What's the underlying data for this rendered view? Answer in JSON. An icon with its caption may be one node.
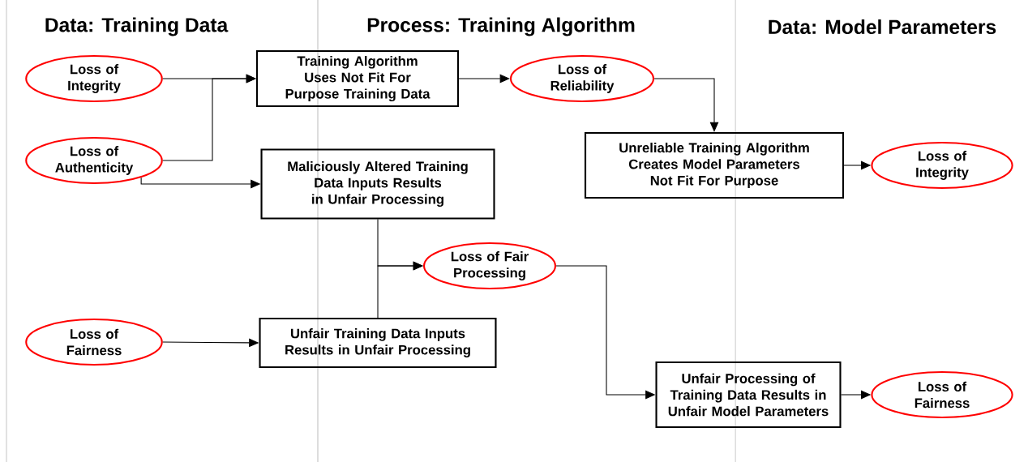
{
  "diagram": {
    "nodes": [
      {
        "text": [
          "Loss of Integrity"
        ]
      },
      {
        "text": [
          "Loss of Authenticity"
        ]
      },
      {
        "text": [
          "Training Algorithm Uses Not Fit For Purpose Training Data"
        ]
      },
      {
        "text": [
          "Maliciously Altered Training Data Inputs Results in Unfair Processing"
        ]
      },
      {
        "text": [
          "Loss of Fairness"
        ]
      },
      {
        "text": [
          "Unfair Training Data Inputs Results in Unfair Processing"
        ]
      },
      {
        "text": [
          "Loss of Reliability"
        ]
      },
      {
        "text": [
          "Loss of Fair Processing"
        ]
      },
      {
        "text": [
          "Unreliable Training Algorithm Creates Model Parameters Not Fit For Purpose"
        ]
      },
      {
        "text": [
          "Loss of Integrity"
        ]
      },
      {
        "text": [
          "Unfair Processing of Training Data Results in Unfair Model Parameters"
        ]
      },
      {
        "text": [
          "Loss of Fairness"
        ]
      }
    ],
    "edges": [
      {
        "from": 0,
        "to": 2,
        "arrow": "to"
      },
      {
        "from": 1,
        "to": 2,
        "arrow": "to"
      },
      {
        "from": 1,
        "to": 3,
        "arrow": "to"
      },
      {
        "from": 4,
        "to": 5,
        "arrow": "to"
      },
      {
        "from": 2,
        "to": 6,
        "arrow": "to"
      },
      {
        "from": 6,
        "to": 8,
        "arrow": "to"
      },
      {
        "from": 3,
        "to": 7,
        "arrow": "to"
      },
      {
        "from": 5,
        "to": 7,
        "arrow": "to"
      },
      {
        "from": 8,
        "to": 9,
        "arrow": "to"
      },
      {
        "from": 7,
        "to": 10,
        "arrow": "to"
      },
      {
        "from": 10,
        "to": 11,
        "arrow": "to"
      }
    ],
    "labels": [
      "Data: Training Data",
      "Process: Training Algorithm",
      "Data: Model Parameters"
    ]
  }
}
